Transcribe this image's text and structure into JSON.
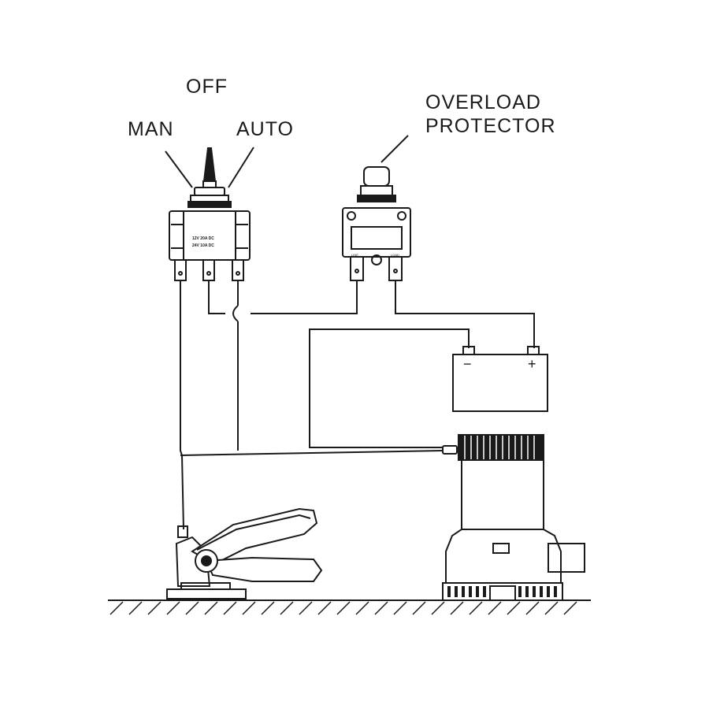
{
  "colors": {
    "ink": "#1a1a1a",
    "background": "#ffffff"
  },
  "labels": {
    "off": "OFF",
    "man": "MAN",
    "auto": "AUTO",
    "overload_line1": "OVERLOAD",
    "overload_line2": "PROTECTOR"
  },
  "switch_rating": {
    "line1": "12V  20A  DC",
    "line2": "24V  10A  DC"
  },
  "breaker_terminals": {
    "left": "LINE",
    "right": "LOAD"
  },
  "battery": {
    "negative": "−",
    "positive": "+"
  },
  "icons": {
    "switch": "toggle-switch-icon",
    "breaker": "circuit-breaker-icon",
    "battery": "battery-icon",
    "pump": "bilge-pump-icon",
    "float": "float-switch-icon"
  }
}
